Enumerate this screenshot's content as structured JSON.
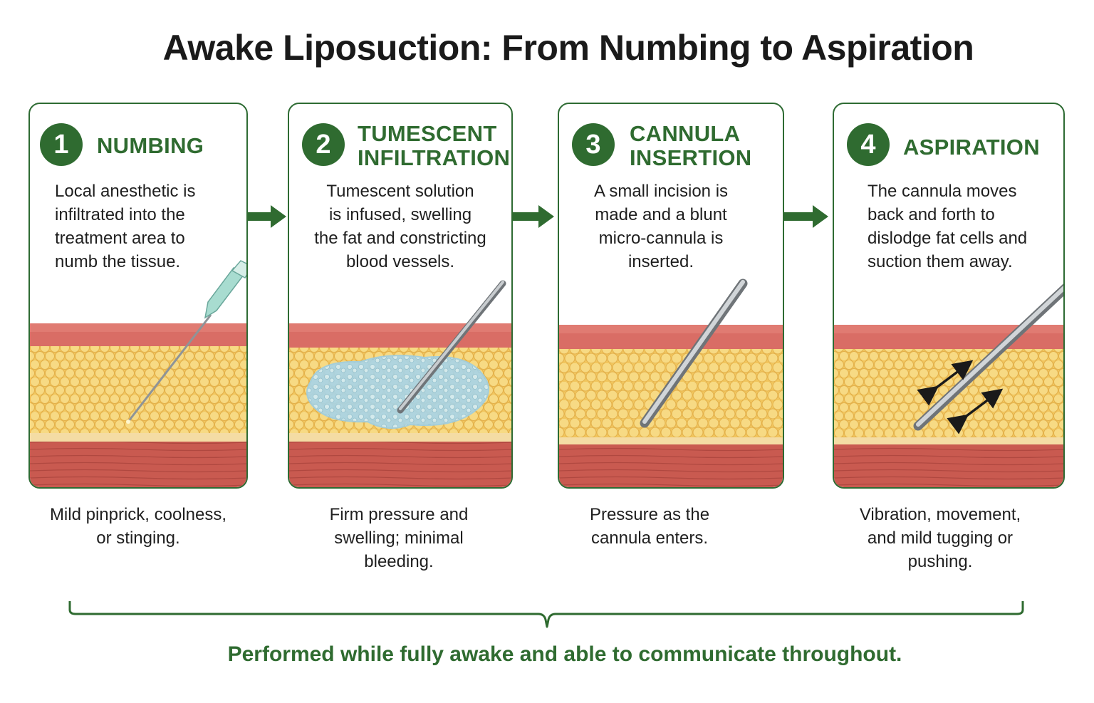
{
  "title": "Awake Liposuction: From Numbing to Aspiration",
  "steps": [
    {
      "number": "1",
      "heading_lines": [
        "NUMBING"
      ],
      "description_lines": [
        "Local anesthetic is",
        "infiltrated into the",
        "treatment area to",
        "numb the tissue."
      ],
      "sensation_lines": [
        "Mild pinprick, coolness,",
        "or stinging."
      ],
      "instrument": "needle-icon"
    },
    {
      "number": "2",
      "heading_lines": [
        "TUMESCENT",
        "INFILTRATION"
      ],
      "description_lines": [
        "Tumescent solution",
        "is infused, swelling",
        "the fat and constricting",
        "blood vessels."
      ],
      "sensation_lines": [
        "Firm pressure and",
        "swelling; minimal",
        "bleeding."
      ],
      "instrument": "infusion-cannula-icon"
    },
    {
      "number": "3",
      "heading_lines": [
        "CANNULA",
        "INSERTION"
      ],
      "description_lines": [
        "A small incision is",
        "made and a blunt",
        "micro-cannula is",
        "inserted."
      ],
      "sensation_lines": [
        "Pressure as the",
        "cannula enters."
      ],
      "instrument": "micro-cannula-icon"
    },
    {
      "number": "4",
      "heading_lines": [
        "ASPIRATION"
      ],
      "description_lines": [
        "The cannula moves",
        "back and forth to",
        "dislodge fat cells and",
        "suction them away."
      ],
      "sensation_lines": [
        "Vibration, movement,",
        "and mild tugging or",
        "pushing."
      ],
      "instrument": "aspiration-cannula-icon"
    }
  ],
  "footer": "Performed while fully awake and able to communicate throughout.",
  "colors": {
    "accent_green": "#2f6b30",
    "skin": "#d9706a",
    "fat": "#f2cf6e",
    "muscle": "#c95b52",
    "solution": "#a9d4e6"
  }
}
